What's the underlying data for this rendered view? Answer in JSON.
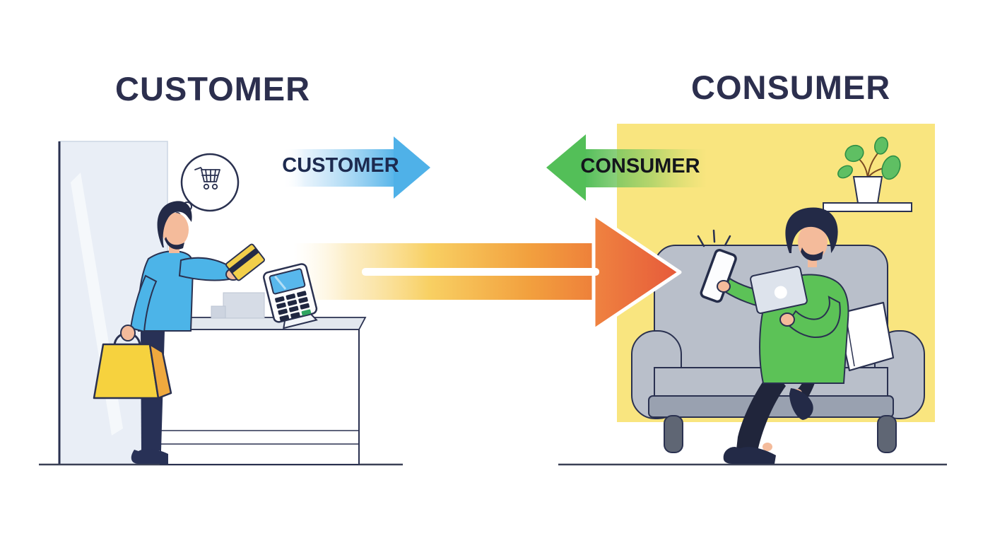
{
  "titles": {
    "left": "CUSTOMER",
    "right": "CONSUMER"
  },
  "arrows": {
    "customer_arrow": {
      "label": "CUSTOMER",
      "direction": "right",
      "color": "#4fb1e8"
    },
    "consumer_arrow": {
      "label": "CONSUMER",
      "direction": "left",
      "color": "#53bf58"
    },
    "flow_arrow": {
      "direction": "right",
      "gradient": [
        "#fbe38a",
        "#f6bf45",
        "#e85f3b"
      ]
    }
  },
  "colors": {
    "title_text": "#2c2f4e",
    "room_background": "#f9e57f",
    "wall_panel": "#e9eef6",
    "couch": "#b9bfca",
    "shirt_blue": "#4cb4e8",
    "sweater_green": "#5cc257",
    "bag_yellow": "#f6d23e",
    "outline": "#2a3150"
  },
  "icons": {
    "left_scene": [
      "thought-bubble-icon",
      "shopping-cart-icon",
      "credit-card-icon",
      "payment-terminal-icon",
      "cash-register-icon",
      "shopping-bag-icon"
    ],
    "right_scene": [
      "smartphone-icon",
      "notification-sparkle-icon",
      "tablet-icon",
      "potted-plant-icon",
      "wall-shelf",
      "pillow",
      "sofa"
    ]
  }
}
